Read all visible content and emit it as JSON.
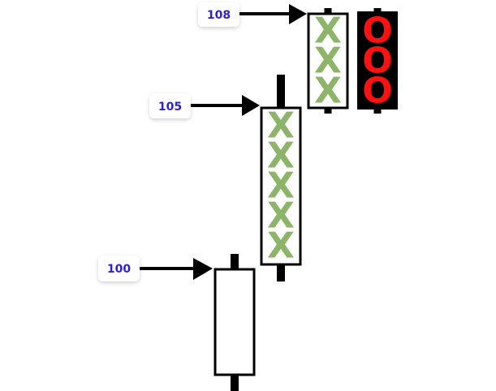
{
  "chart_data": {
    "type": "point-and-figure",
    "columns": [
      {
        "kind": "bar",
        "marks": ""
      },
      {
        "kind": "X",
        "marks": "XXXXX"
      },
      {
        "kind": "X",
        "marks": "XXX"
      },
      {
        "kind": "O",
        "marks": "OOO"
      }
    ],
    "price_labels": [
      {
        "label": "100",
        "value": 100
      },
      {
        "label": "105",
        "value": 105
      },
      {
        "label": "108",
        "value": 108
      }
    ],
    "colors": {
      "x_mark": "#8db56a",
      "o_mark": "#ff1111",
      "o_box": "#000000",
      "label_text": "#2f1fd4",
      "arrow": "#000000",
      "box_border": "#000000"
    }
  }
}
